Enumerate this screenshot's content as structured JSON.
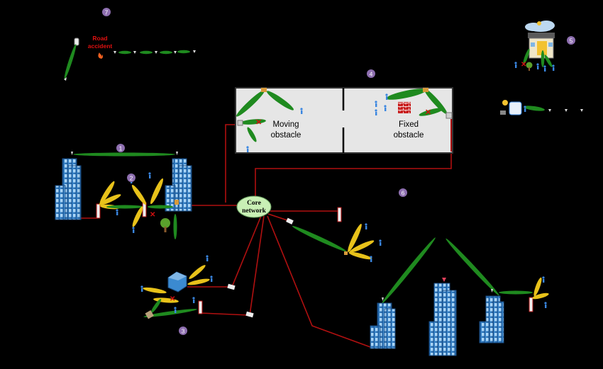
{
  "scenario_badges": [
    "1",
    "2",
    "3",
    "4",
    "5",
    "6",
    "7"
  ],
  "core_network": {
    "line1": "Core",
    "line2": "network"
  },
  "moving_obstacle": {
    "line1": "Moving",
    "line2": "obstacle"
  },
  "fixed_obstacle": {
    "line1": "Fixed",
    "line2": "obstacle"
  },
  "road_accident": {
    "line1": "Road",
    "line2": "accident"
  },
  "colors": {
    "background": "#000000",
    "beam_main": "#1f8a1f",
    "beam_alt": "#e8c21a",
    "backhaul": "#b01010",
    "badge": "#8e6fb0",
    "core": "#c9f0b5",
    "building": "#2b74b8",
    "room_bg": "#e6e6e6",
    "accident_text": "#e01010"
  },
  "icons": [
    "building-icon",
    "base-station-icon",
    "user-icon",
    "tree-icon",
    "brick-wall-icon",
    "fire-icon",
    "vehicle-icon",
    "relay-node-icon",
    "blocked-x-icon"
  ]
}
